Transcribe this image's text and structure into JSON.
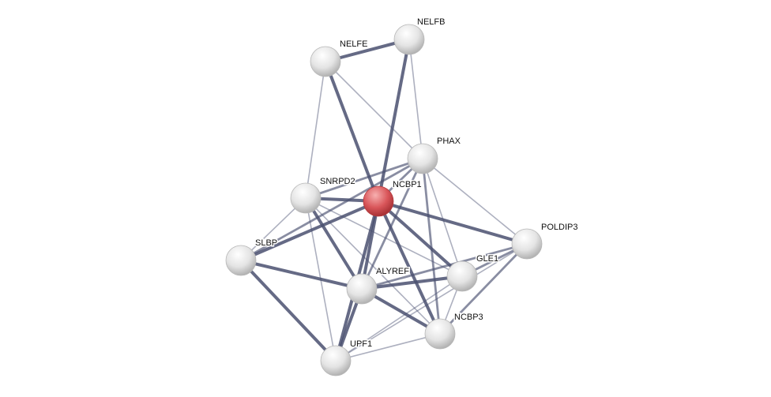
{
  "network": {
    "query_node": "NCBP1",
    "colors": {
      "query": "#d9565a",
      "node": "#e6e6e6",
      "edge": "#4a5070"
    },
    "nodes": [
      {
        "id": "NELFB",
        "label": "NELFB"
      },
      {
        "id": "NELFE",
        "label": "NELFE"
      },
      {
        "id": "PHAX",
        "label": "PHAX"
      },
      {
        "id": "SNRPD2",
        "label": "SNRPD2"
      },
      {
        "id": "NCBP1",
        "label": "NCBP1"
      },
      {
        "id": "POLDIP3",
        "label": "POLDIP3"
      },
      {
        "id": "SLBP",
        "label": "SLBP"
      },
      {
        "id": "GLE1",
        "label": "GLE1"
      },
      {
        "id": "ALYREF",
        "label": "ALYREF"
      },
      {
        "id": "NCBP3",
        "label": "NCBP3"
      },
      {
        "id": "UPF1",
        "label": "UPF1"
      }
    ],
    "edges": [
      {
        "from": "NELFE",
        "to": "NELFB",
        "strength": "high"
      },
      {
        "from": "NELFE",
        "to": "NCBP1",
        "strength": "high"
      },
      {
        "from": "NELFE",
        "to": "PHAX",
        "strength": "low"
      },
      {
        "from": "NELFE",
        "to": "SNRPD2",
        "strength": "low"
      },
      {
        "from": "NELFB",
        "to": "NCBP1",
        "strength": "high"
      },
      {
        "from": "NELFB",
        "to": "PHAX",
        "strength": "low"
      },
      {
        "from": "PHAX",
        "to": "SNRPD2",
        "strength": "medium"
      },
      {
        "from": "PHAX",
        "to": "NCBP1",
        "strength": "medium"
      },
      {
        "from": "PHAX",
        "to": "SLBP",
        "strength": "medium"
      },
      {
        "from": "PHAX",
        "to": "ALYREF",
        "strength": "medium"
      },
      {
        "from": "PHAX",
        "to": "GLE1",
        "strength": "low"
      },
      {
        "from": "PHAX",
        "to": "NCBP3",
        "strength": "medium"
      },
      {
        "from": "PHAX",
        "to": "POLDIP3",
        "strength": "low"
      },
      {
        "from": "SNRPD2",
        "to": "NCBP1",
        "strength": "high"
      },
      {
        "from": "SNRPD2",
        "to": "SLBP",
        "strength": "low"
      },
      {
        "from": "SNRPD2",
        "to": "ALYREF",
        "strength": "high"
      },
      {
        "from": "SNRPD2",
        "to": "UPF1",
        "strength": "low"
      },
      {
        "from": "SNRPD2",
        "to": "GLE1",
        "strength": "low"
      },
      {
        "from": "SNRPD2",
        "to": "NCBP3",
        "strength": "low"
      },
      {
        "from": "NCBP1",
        "to": "SLBP",
        "strength": "high"
      },
      {
        "from": "NCBP1",
        "to": "ALYREF",
        "strength": "high"
      },
      {
        "from": "NCBP1",
        "to": "UPF1",
        "strength": "high"
      },
      {
        "from": "NCBP1",
        "to": "GLE1",
        "strength": "high"
      },
      {
        "from": "NCBP1",
        "to": "NCBP3",
        "strength": "high"
      },
      {
        "from": "NCBP1",
        "to": "POLDIP3",
        "strength": "high"
      },
      {
        "from": "SLBP",
        "to": "ALYREF",
        "strength": "high"
      },
      {
        "from": "SLBP",
        "to": "UPF1",
        "strength": "high"
      },
      {
        "from": "ALYREF",
        "to": "GLE1",
        "strength": "high"
      },
      {
        "from": "ALYREF",
        "to": "POLDIP3",
        "strength": "medium"
      },
      {
        "from": "ALYREF",
        "to": "NCBP3",
        "strength": "high"
      },
      {
        "from": "ALYREF",
        "to": "UPF1",
        "strength": "high"
      },
      {
        "from": "GLE1",
        "to": "UPF1",
        "strength": "low"
      },
      {
        "from": "GLE1",
        "to": "NCBP3",
        "strength": "low"
      },
      {
        "from": "GLE1",
        "to": "POLDIP3",
        "strength": "medium"
      },
      {
        "from": "POLDIP3",
        "to": "NCBP3",
        "strength": "medium"
      },
      {
        "from": "POLDIP3",
        "to": "UPF1",
        "strength": "low"
      },
      {
        "from": "NCBP3",
        "to": "UPF1",
        "strength": "low"
      }
    ]
  }
}
